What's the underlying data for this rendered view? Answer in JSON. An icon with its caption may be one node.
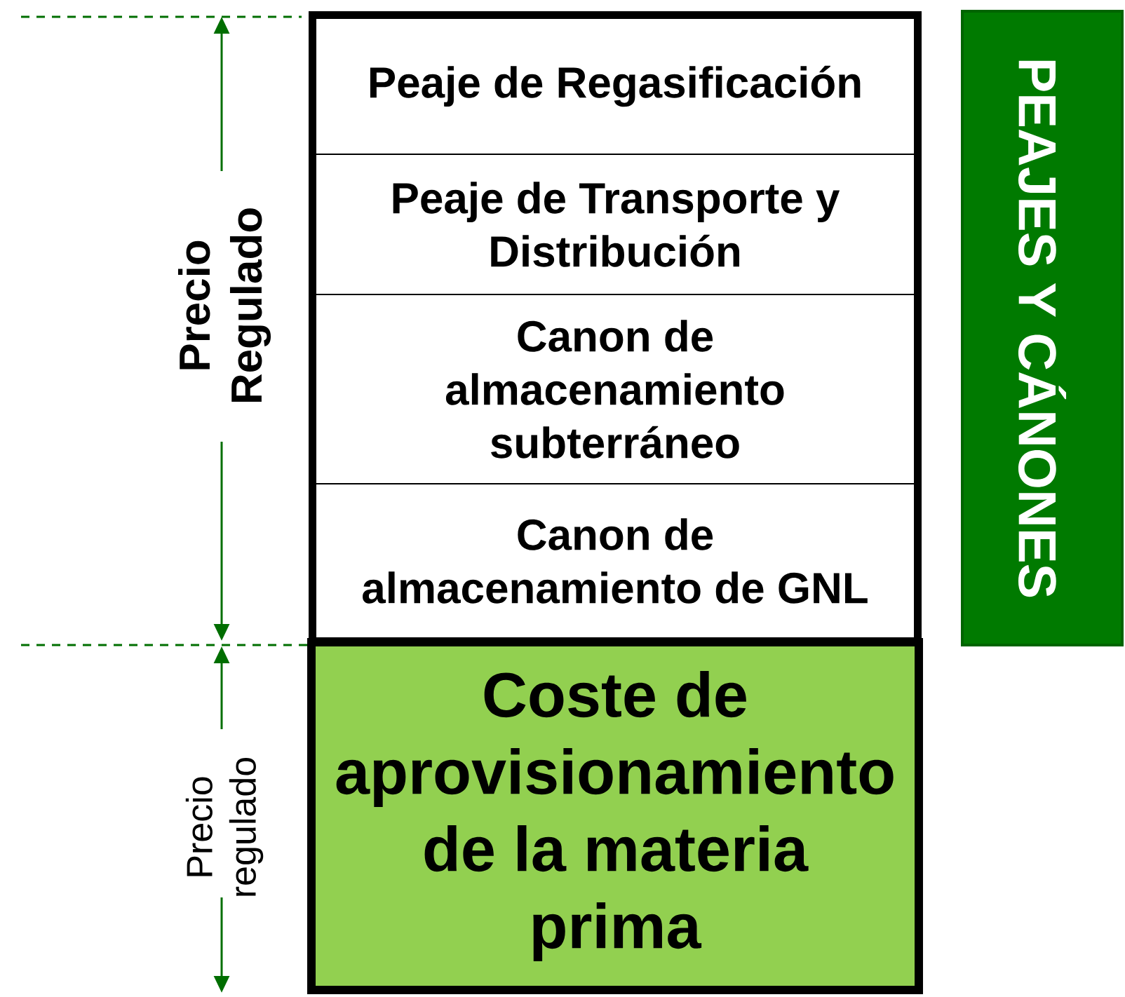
{
  "diagram": {
    "nodes": [
      {
        "text": [
          "Peaje de Regasificación"
        ]
      },
      {
        "text": [
          "Peaje de Transporte y Distribución"
        ]
      },
      {
        "text": [
          "Canon de almacenamiento subterráneo"
        ]
      },
      {
        "text": [
          "Canon de almacenamiento de GNL"
        ]
      },
      {
        "text": [
          "Coste de aprovisionamiento de la materia prima"
        ]
      },
      {
        "text": [
          "PEAJES Y CÁNONES"
        ]
      }
    ],
    "edges": [],
    "labels": [
      "Precio Regulado",
      "Precio regulado"
    ]
  }
}
